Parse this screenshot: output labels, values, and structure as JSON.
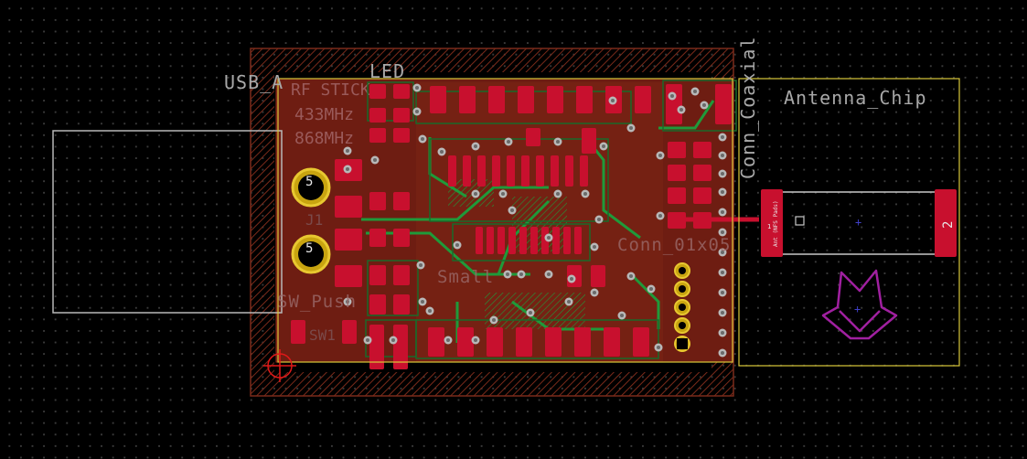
{
  "app": {
    "view": "pcb-layout-canvas"
  },
  "colors": {
    "background": "#000000",
    "grid_dot": "#3a3a3a",
    "board_copper": "#6e1d12",
    "pad": "#c8102e",
    "via_ring": "#b8b8b8",
    "via_hole": "#7a7a7a",
    "trace_green": "#1f9a3a",
    "keepout_hatch": "#7a2a1a",
    "courtyard_yellow": "#d8c83a",
    "outline_white": "#c8c8c8",
    "logo_purple": "#a020a0",
    "origin_red": "#e01818",
    "label_gray": "#a8a8a8"
  },
  "labels": {
    "usb_a": "USB_A",
    "led": "LED",
    "conn_coaxial": "Conn_Coaxial",
    "antenna_chip": "Antenna_Chip",
    "sw_push": "SW_Push",
    "small": "Small",
    "conn_05": "Conn_01x05",
    "freq_433": "433MHz",
    "freq_868": "868MHz",
    "rf_stick": "RF STICK",
    "sw_ref": "SW1",
    "j1_ref": "J1"
  },
  "footprints": {
    "usb_pad_1": "5",
    "usb_pad_2": "5",
    "antenna_pad_2": "2",
    "antenna_pad_1": "1"
  },
  "icons": {
    "origin": "crosshair-circle-icon",
    "logo": "fox-head-icon"
  }
}
